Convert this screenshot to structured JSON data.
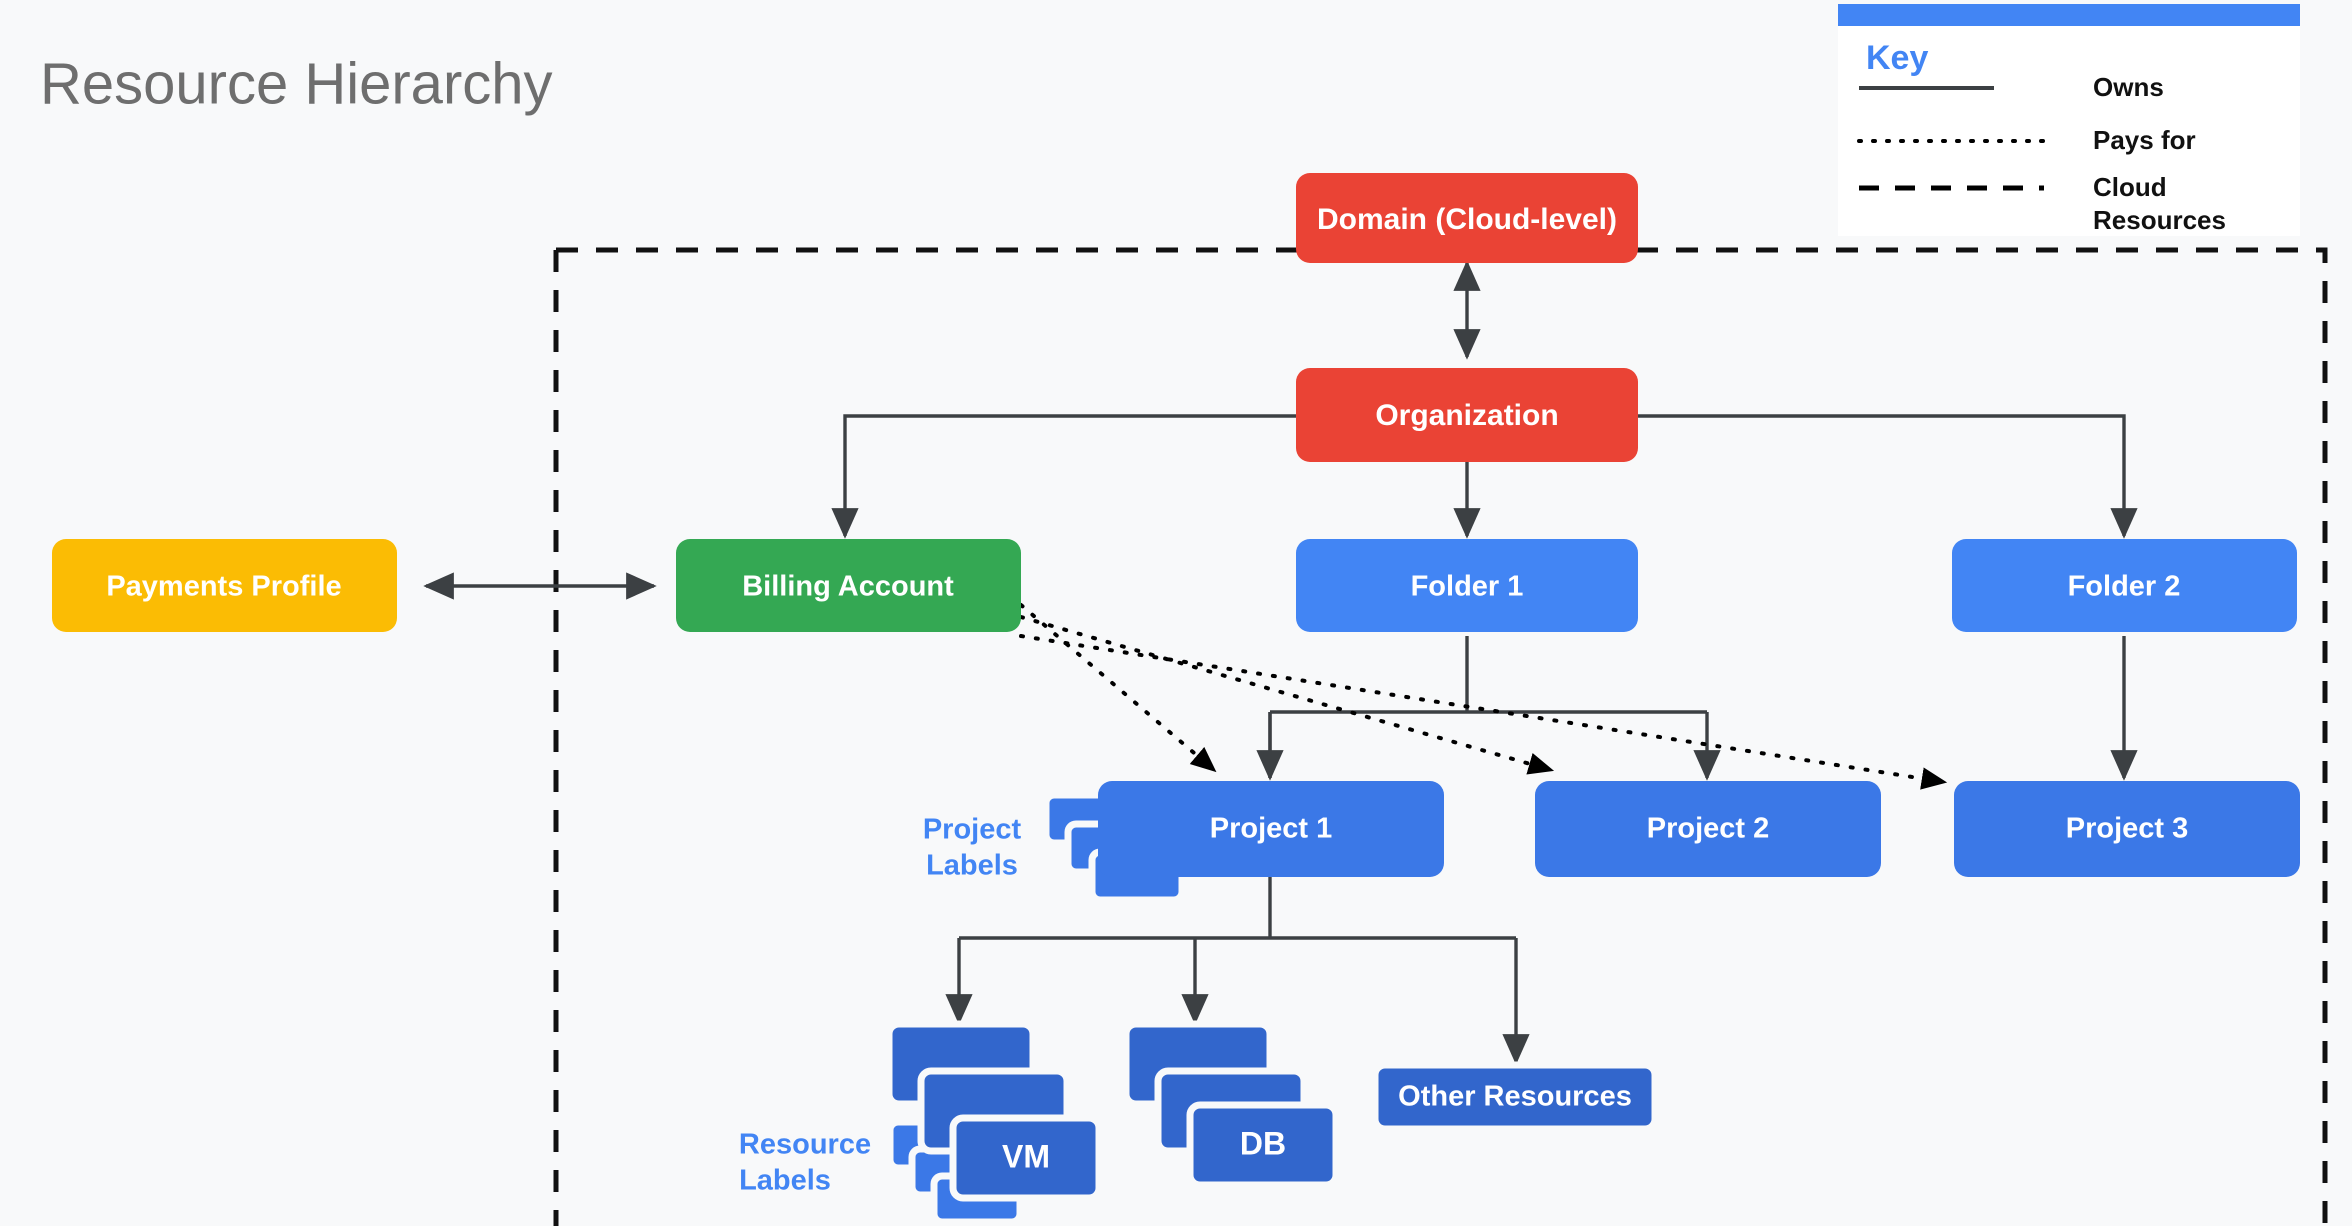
{
  "page": {
    "title": "Resource Hierarchy",
    "background": "#f8f9fa"
  },
  "colors": {
    "red": "#ea4335",
    "yellow": "#fbbc04",
    "green": "#34a853",
    "blue_light": "#4285f4",
    "blue_mid": "#3b78e7",
    "blue_dark": "#3266cc",
    "connector": "#3c4043",
    "title_gray": "#6e6e6e",
    "key_accent": "#4285f4"
  },
  "legend": {
    "title": "Key",
    "items": [
      {
        "style": "solid",
        "label": "Owns"
      },
      {
        "style": "dotted",
        "label": "Pays for"
      },
      {
        "style": "dashed",
        "label": "Cloud Resources",
        "label_line1": "Cloud",
        "label_line2": "Resources"
      }
    ]
  },
  "nodes": {
    "domain": {
      "label": "Domain (Cloud-level)",
      "color": "#ea4335"
    },
    "organization": {
      "label": "Organization",
      "color": "#ea4335"
    },
    "payments_profile": {
      "label": "Payments Profile",
      "color": "#fbbc04"
    },
    "billing_account": {
      "label": "Billing Account",
      "color": "#34a853"
    },
    "folder1": {
      "label": "Folder 1",
      "color": "#4285f4"
    },
    "folder2": {
      "label": "Folder 2",
      "color": "#4285f4"
    },
    "project1": {
      "label": "Project 1",
      "color": "#3b78e7"
    },
    "project2": {
      "label": "Project 2",
      "color": "#3b78e7"
    },
    "project3": {
      "label": "Project 3",
      "color": "#3b78e7"
    },
    "vm": {
      "label": "VM",
      "color": "#3266cc"
    },
    "db": {
      "label": "DB",
      "color": "#3266cc"
    },
    "other_resources": {
      "label": "Other Resources",
      "color": "#3266cc"
    }
  },
  "side_labels": {
    "project_labels_line1": "Project",
    "project_labels_line2": "Labels",
    "resource_labels_line1": "Resource",
    "resource_labels_line2": "Labels"
  },
  "edges": [
    {
      "from": "organization",
      "to": "domain",
      "type": "owns-bidirectional"
    },
    {
      "from": "organization",
      "to": "billing_account",
      "type": "owns"
    },
    {
      "from": "organization",
      "to": "folder1",
      "type": "owns"
    },
    {
      "from": "organization",
      "to": "folder2",
      "type": "owns"
    },
    {
      "from": "payments_profile",
      "to": "billing_account",
      "type": "owns-bidirectional"
    },
    {
      "from": "folder1",
      "to": "project1",
      "type": "owns"
    },
    {
      "from": "folder1",
      "to": "project2",
      "type": "owns"
    },
    {
      "from": "folder2",
      "to": "project3",
      "type": "owns"
    },
    {
      "from": "billing_account",
      "to": "project1",
      "type": "pays-for"
    },
    {
      "from": "billing_account",
      "to": "project2",
      "type": "pays-for"
    },
    {
      "from": "billing_account",
      "to": "project3",
      "type": "pays-for"
    },
    {
      "from": "project1",
      "to": "vm",
      "type": "owns"
    },
    {
      "from": "project1",
      "to": "db",
      "type": "owns"
    },
    {
      "from": "project1",
      "to": "other_resources",
      "type": "owns"
    }
  ]
}
